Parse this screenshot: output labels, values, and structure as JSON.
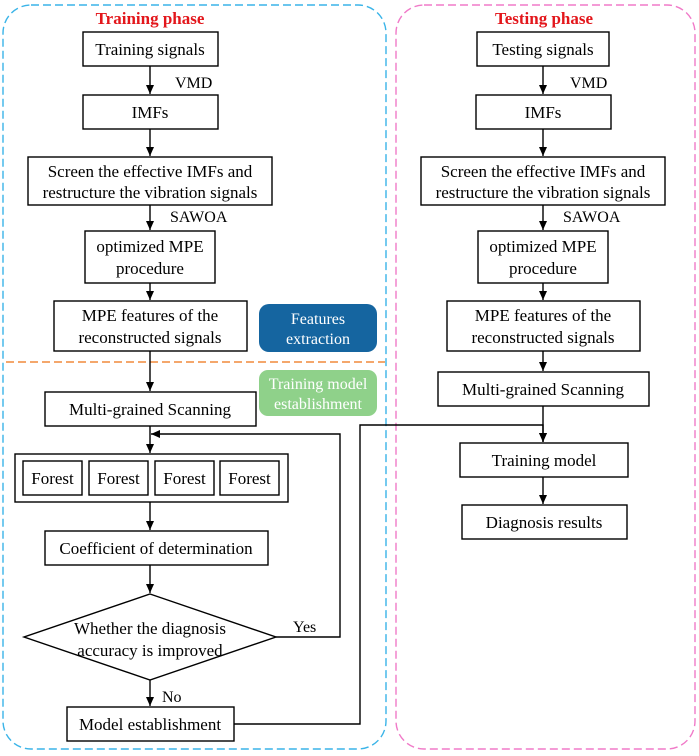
{
  "training": {
    "title": "Training phase",
    "signals": "Training signals",
    "vmd": "VMD",
    "imfs": "IMFs",
    "screen_line1": "Screen the effective IMFs and",
    "screen_line2": "restructure the vibration signals",
    "sawoa": "SAWOA",
    "mpe_line1": "optimized MPE",
    "mpe_line2": "procedure",
    "features_line1": "MPE features of the",
    "features_line2": "reconstructed  signals",
    "scanning": "Multi-grained Scanning",
    "forests": [
      "Forest",
      "Forest",
      "Forest",
      "Forest"
    ],
    "coefficient": "Coefficient of determination",
    "decision_line1": "Whether the diagnosis",
    "decision_line2": "accuracy is improved",
    "yes": "Yes",
    "no": "No",
    "establishment": "Model establishment"
  },
  "testing": {
    "title": "Testing phase",
    "signals": "Testing signals",
    "vmd": "VMD",
    "imfs": "IMFs",
    "screen_line1": "Screen the effective IMFs and",
    "screen_line2": "restructure the vibration signals",
    "sawoa": "SAWOA",
    "mpe_line1": "optimized MPE",
    "mpe_line2": "procedure",
    "features_line1": "MPE features of the",
    "features_line2": "reconstructed  signals",
    "scanning": "Multi-grained Scanning",
    "model": "Training model",
    "results": "Diagnosis results"
  },
  "tags": {
    "features_line1": "Features",
    "features_line2": "extraction",
    "training_line1": "Training model",
    "training_line2": "establishment"
  },
  "colors": {
    "training_border": "#3ab4e8",
    "testing_border": "#f07ac8",
    "separator": "#f08a3c",
    "features_tag": "#1565a0",
    "training_tag": "#8fd18a",
    "phase_title": "#e3161b"
  }
}
